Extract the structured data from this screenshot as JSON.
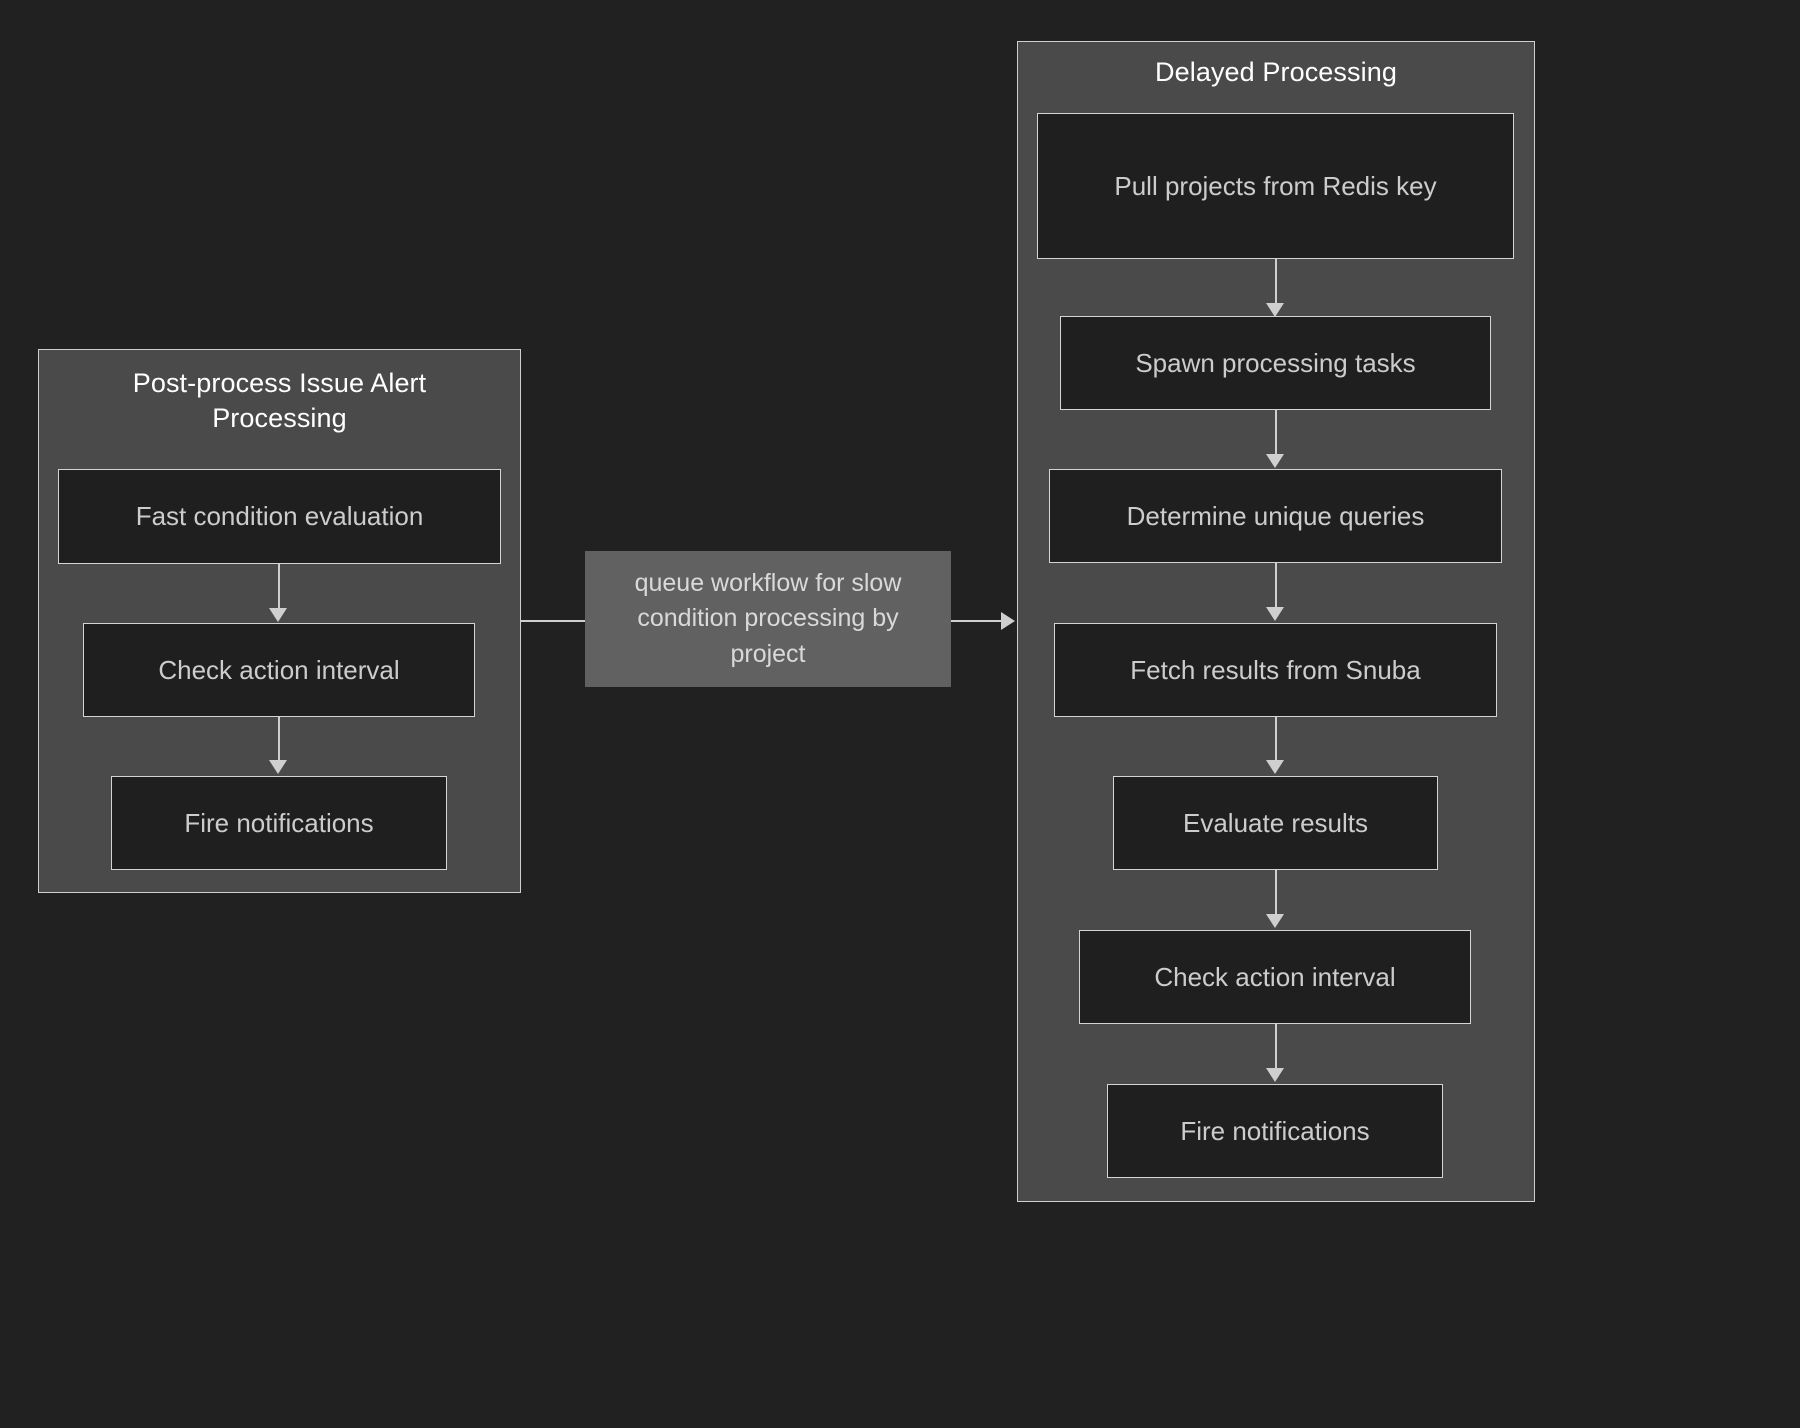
{
  "diagram": {
    "type": "flowchart",
    "background_color": "#212121",
    "subgraph_fill": "#4a4a4a",
    "node_fill": "#1f1f1f",
    "border_color": "#cccccc",
    "node_text_color": "#cccccc",
    "title_text_color": "#ffffff",
    "edge_label_fill": "#616161"
  },
  "subgraphs": [
    {
      "id": "post-process",
      "title": "Post-process Issue Alert Processing",
      "nodes": [
        {
          "id": "fast-condition-evaluation",
          "label": "Fast condition evaluation"
        },
        {
          "id": "check-action-interval",
          "label": "Check action interval"
        },
        {
          "id": "fire-notifications",
          "label": "Fire notifications"
        }
      ]
    },
    {
      "id": "delayed-processing",
      "title": "Delayed Processing",
      "nodes": [
        {
          "id": "pull-projects-from-redis-key",
          "label": "Pull projects from Redis key"
        },
        {
          "id": "spawn-processing-tasks",
          "label": "Spawn processing tasks"
        },
        {
          "id": "determine-unique-queries",
          "label": "Determine unique queries"
        },
        {
          "id": "fetch-results-from-snuba",
          "label": "Fetch results from Snuba"
        },
        {
          "id": "evaluate-results",
          "label": "Evaluate results"
        },
        {
          "id": "check-action-interval-2",
          "label": "Check action interval"
        },
        {
          "id": "fire-notifications-2",
          "label": "Fire notifications"
        }
      ]
    }
  ],
  "edges": [
    {
      "from": "fast-condition-evaluation",
      "to": "check-action-interval",
      "label": ""
    },
    {
      "from": "check-action-interval",
      "to": "fire-notifications",
      "label": ""
    },
    {
      "from": "post-process",
      "to": "delayed-processing",
      "label": "queue workflow for slow condition processing by project"
    },
    {
      "from": "pull-projects-from-redis-key",
      "to": "spawn-processing-tasks",
      "label": ""
    },
    {
      "from": "spawn-processing-tasks",
      "to": "determine-unique-queries",
      "label": ""
    },
    {
      "from": "determine-unique-queries",
      "to": "fetch-results-from-snuba",
      "label": ""
    },
    {
      "from": "fetch-results-from-snuba",
      "to": "evaluate-results",
      "label": ""
    },
    {
      "from": "evaluate-results",
      "to": "check-action-interval-2",
      "label": ""
    },
    {
      "from": "check-action-interval-2",
      "to": "fire-notifications-2",
      "label": ""
    }
  ]
}
